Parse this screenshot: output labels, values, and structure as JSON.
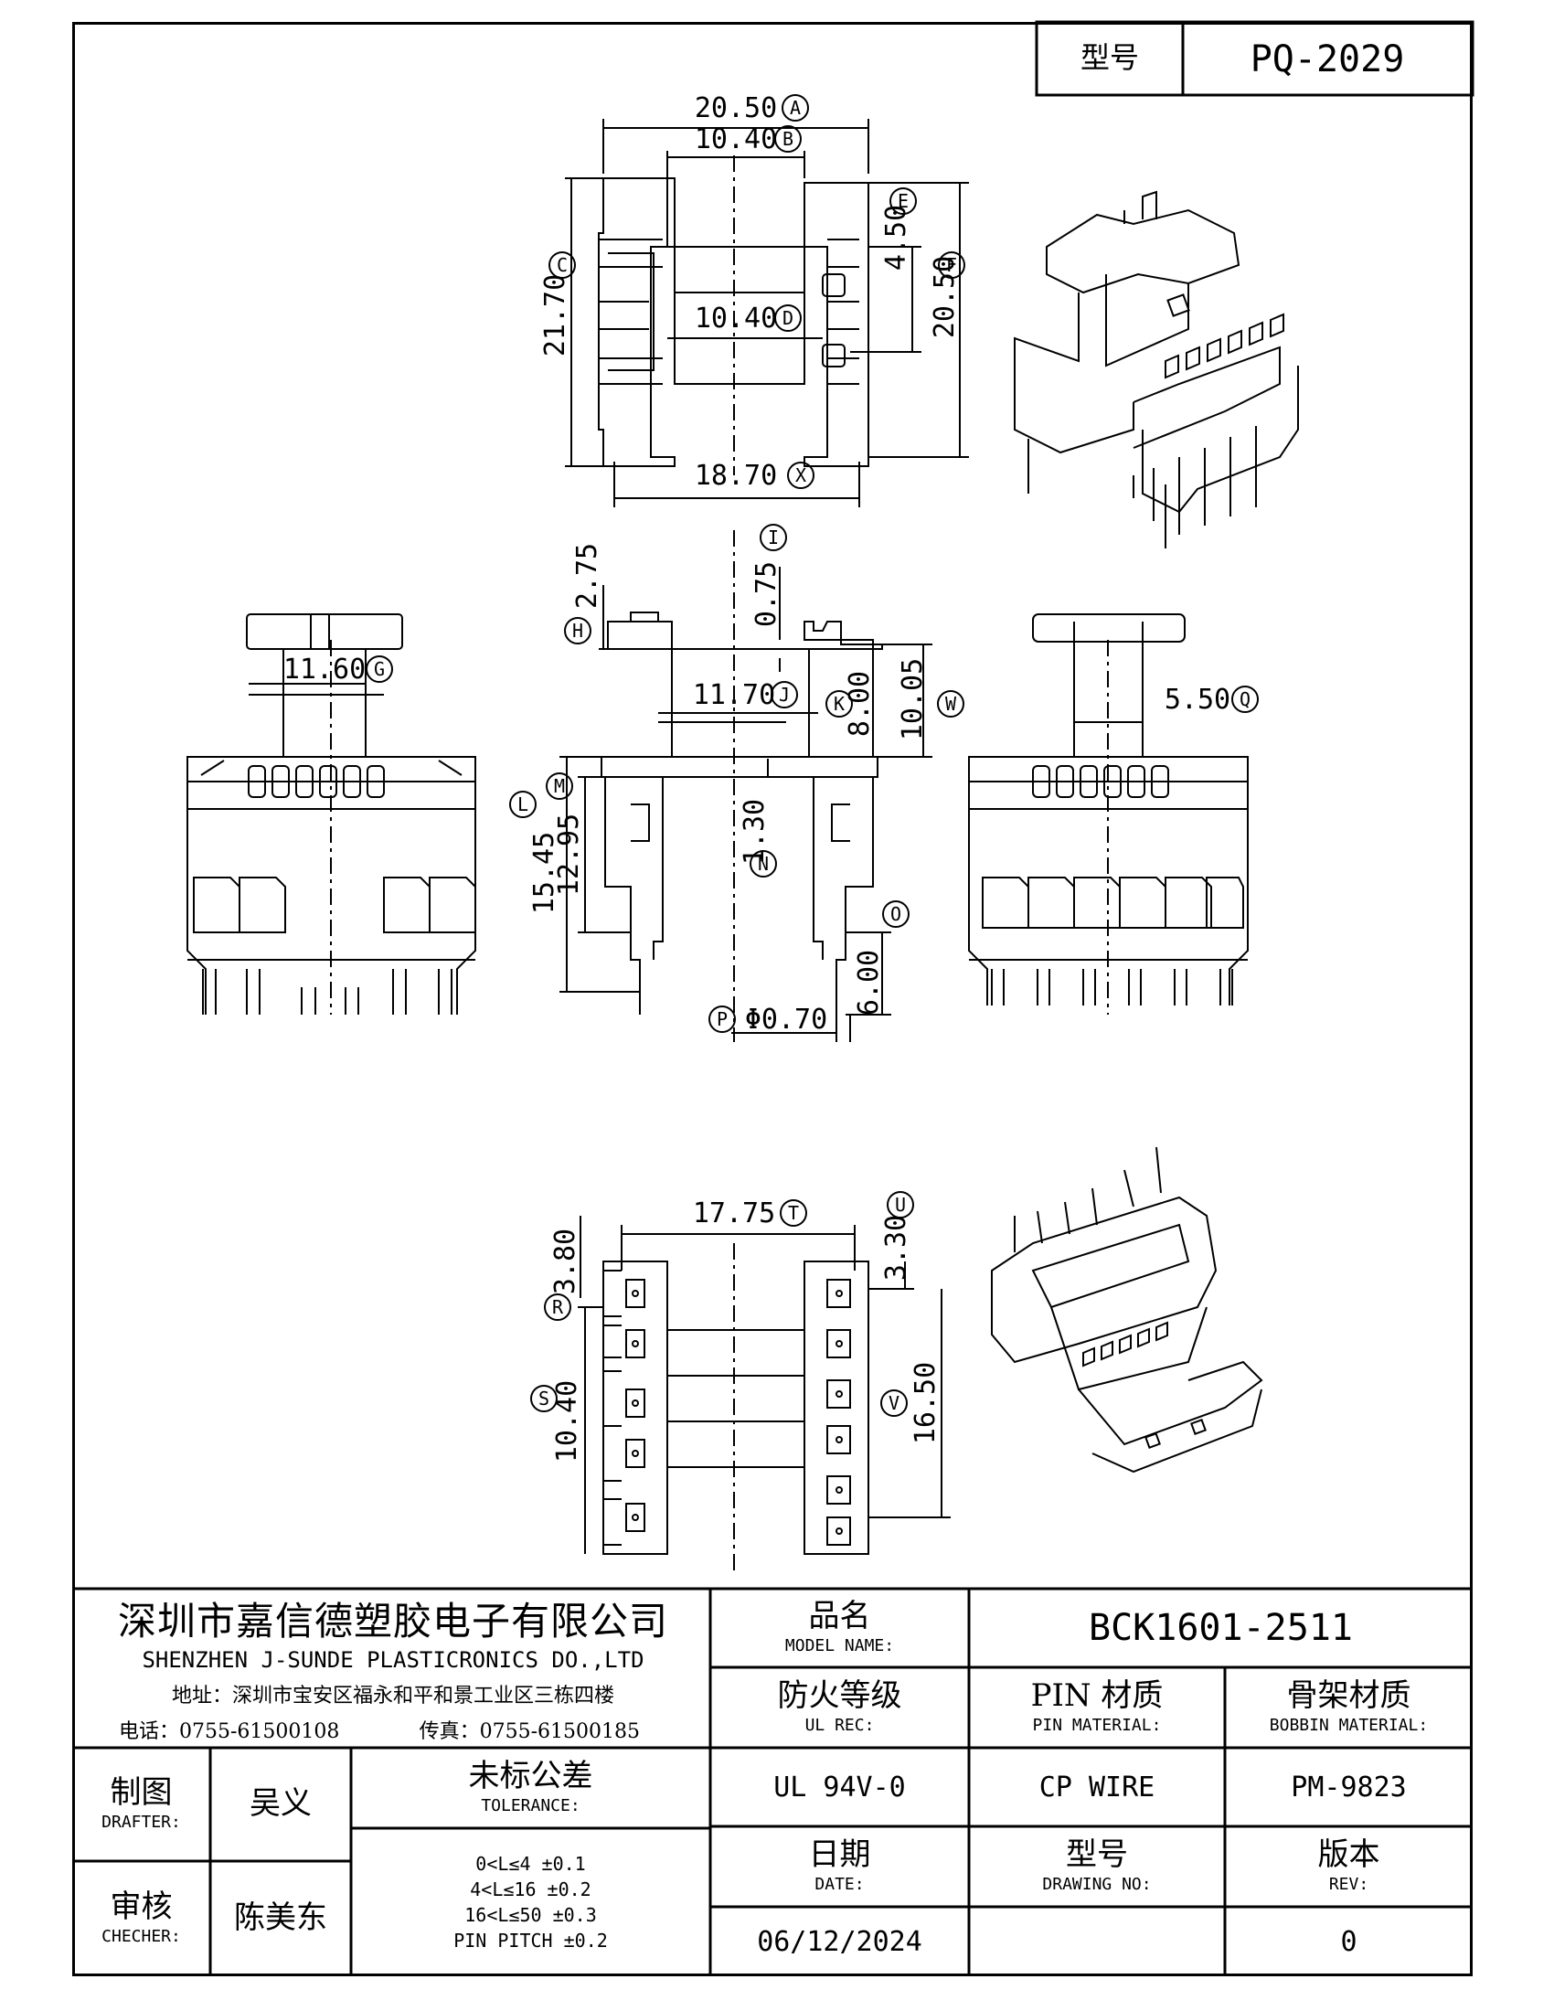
{
  "header": {
    "model_label": "型号",
    "model_value": "PQ-2029"
  },
  "dimensions": {
    "A": "20.50",
    "B": "10.40",
    "C": "21.70",
    "D": "10.40",
    "E": "4.50",
    "F": "20.50",
    "X": "18.70",
    "I": "0.75",
    "H": "2.75",
    "G": "11.60",
    "J": "11.70",
    "K": "8.00",
    "W": "10.05",
    "Q": "5.50",
    "L": "15.45",
    "M": "12.95",
    "N": "1.30",
    "O": "6.00",
    "P": "Φ0.70",
    "T": "17.75",
    "U": "3.30",
    "R": "3.80",
    "S": "10.40",
    "V": "16.50"
  },
  "letters": [
    "A",
    "B",
    "C",
    "D",
    "E",
    "F",
    "X",
    "I",
    "H",
    "G",
    "J",
    "K",
    "W",
    "Q",
    "L",
    "M",
    "N",
    "O",
    "P",
    "T",
    "U",
    "R",
    "S",
    "V"
  ],
  "company": {
    "name_zh": "深圳市嘉信德塑胶电子有限公司",
    "name_en": "SHENZHEN J-SUNDE PLASTICRONICS DO.,LTD",
    "address": "地址：深圳市宝安区福永和平和景工业区三栋四楼",
    "tel": "电话：0755-61500108",
    "fax": "传真：0755-61500185"
  },
  "title_block": {
    "model_name_zh": "品名",
    "model_name_en": "MODEL NAME:",
    "model_name_value": "BCK1601-2511",
    "ul_zh": "防火等级",
    "ul_en": "UL REC:",
    "ul_value": "UL 94V-0",
    "pin_zh": "PIN 材质",
    "pin_en": "PIN MATERIAL:",
    "pin_value": "CP WIRE",
    "bobbin_zh": "骨架材质",
    "bobbin_en": "BOBBIN MATERIAL:",
    "bobbin_value": "PM-9823",
    "drafter_zh": "制图",
    "drafter_en": "DRAFTER:",
    "drafter_value": "吴义",
    "checker_zh": "审核",
    "checker_en": "CHECHER:",
    "checker_value": "陈美东",
    "tolerance_zh": "未标公差",
    "tolerance_en": "TOLERANCE:",
    "tolerances": [
      "0<L≤4   ±0.1",
      "4<L≤16  ±0.2",
      "16<L≤50  ±0.3",
      "PIN PITCH  ±0.2"
    ],
    "date_zh": "日期",
    "date_en": "DATE:",
    "date_value": "06/12/2024",
    "drawing_zh": "型号",
    "drawing_en": "DRAWING NO:",
    "drawing_value": "",
    "rev_zh": "版本",
    "rev_en": "REV:",
    "rev_value": "0"
  }
}
